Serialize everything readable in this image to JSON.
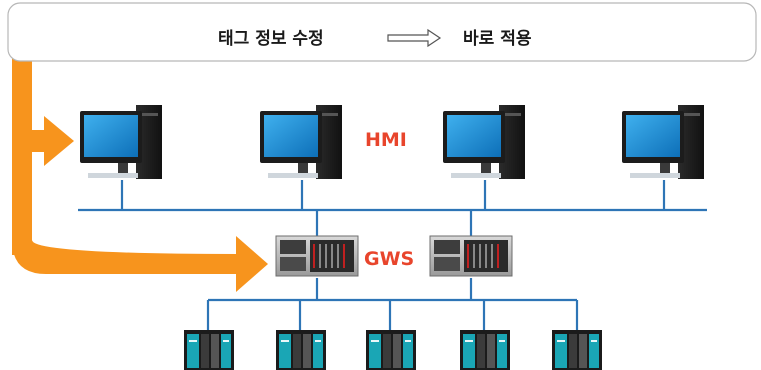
{
  "banner": {
    "left_text": "태그 정보 수정",
    "right_text": "바로 적용"
  },
  "labels": {
    "hmi": "HMI",
    "gws": "GWS"
  },
  "colors": {
    "accent": "#f7941d",
    "network_line": "#2e75b6",
    "label_red": "#e8452c",
    "monitor_screen": "#1a8fd6",
    "plc_teal": "#1aa6b5"
  },
  "counts": {
    "hmi_workstations": 4,
    "gws_servers": 2,
    "plc_units": 5
  },
  "icons": [
    "desktop-computer-icon",
    "rack-server-icon",
    "plc-controller-icon",
    "outline-arrow-icon"
  ]
}
